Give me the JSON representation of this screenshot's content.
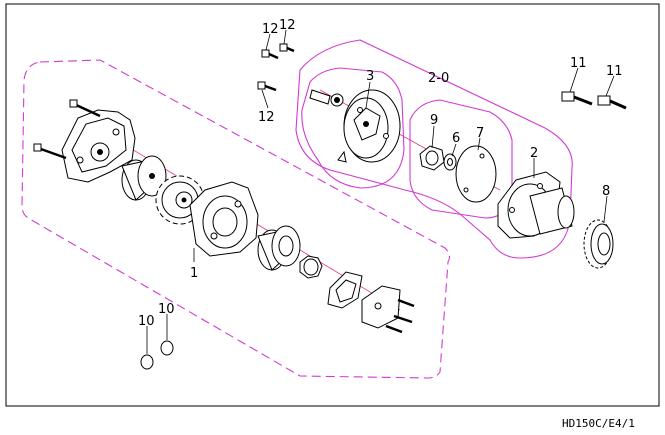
{
  "callouts": {
    "c1": "1",
    "c2": "2",
    "c3": "3",
    "c20": "2-0",
    "c6": "6",
    "c7": "7",
    "c8": "8",
    "c9": "9",
    "c10a": "10",
    "c10b": "10",
    "c11a": "11",
    "c11b": "11",
    "c12a": "12",
    "c12b": "12",
    "c12c": "12"
  },
  "footer": {
    "code": "HD150C/E4/1"
  },
  "colors": {
    "group_outline": "#d23ad2",
    "axis_line": "#e0338a",
    "ink": "#000000"
  }
}
